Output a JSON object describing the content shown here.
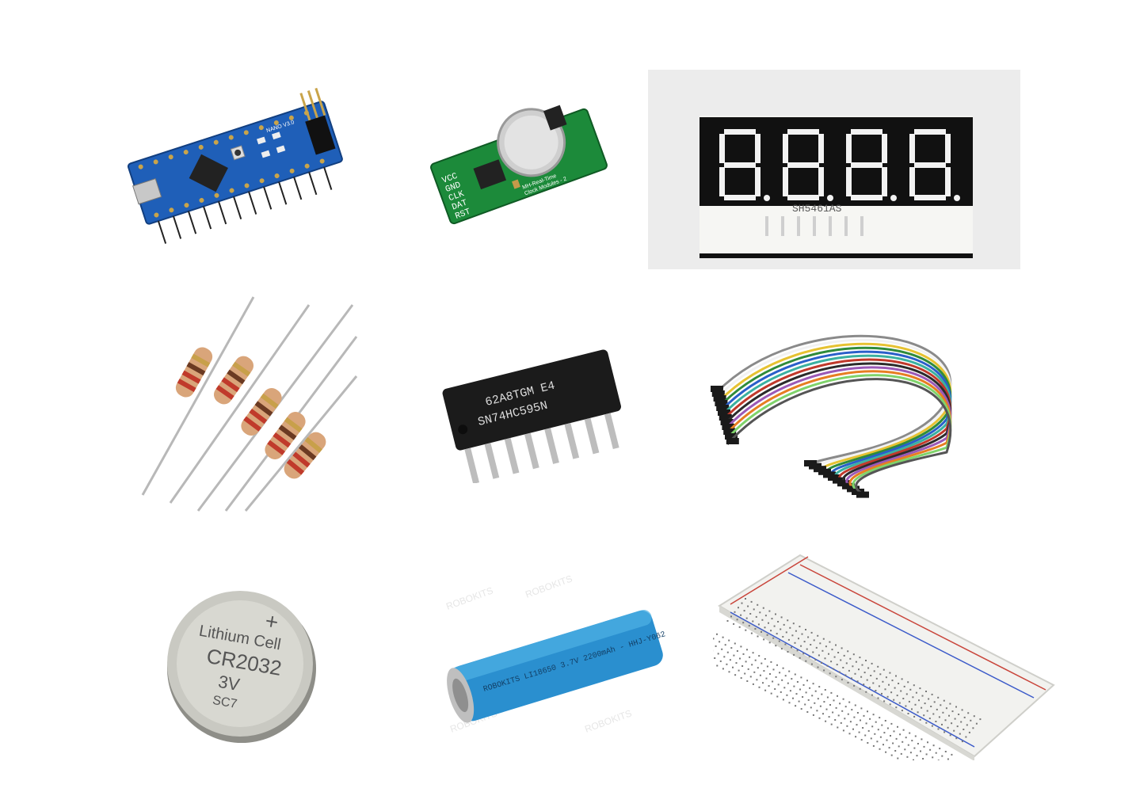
{
  "components": {
    "nano": {
      "silkscreen": "NANO V3.0"
    },
    "rtc": {
      "pins": [
        "VCC",
        "GND",
        "CLK",
        "DAT",
        "RST"
      ],
      "label_line1": "MH-Real-Time",
      "label_line2": "Clock Modules - 2"
    },
    "display": {
      "part_number": "SH5461AS"
    },
    "ic": {
      "line1": "62A8TGM E4",
      "line2": "SN74HC595N"
    },
    "coin_cell": {
      "line1": "Lithium Cell",
      "line2": "CR2032",
      "line3": "3V",
      "line4": "SC7"
    },
    "battery": {
      "print": "ROBOKITS LI18650 3.7V 2200mAh - HHJ-Y062",
      "watermark": "ROBOKITS"
    }
  },
  "colors": {
    "pcb_blue": "#1f5fb8",
    "pcb_green": "#1c8a3a",
    "display_body": "#111111",
    "ic_body": "#1b1b1b",
    "battery_blue": "#2a8fcf",
    "resistor_tan": "#d9a57a",
    "coin_silver": "#c9c9c2",
    "breadboard": "#f2f2ef"
  }
}
